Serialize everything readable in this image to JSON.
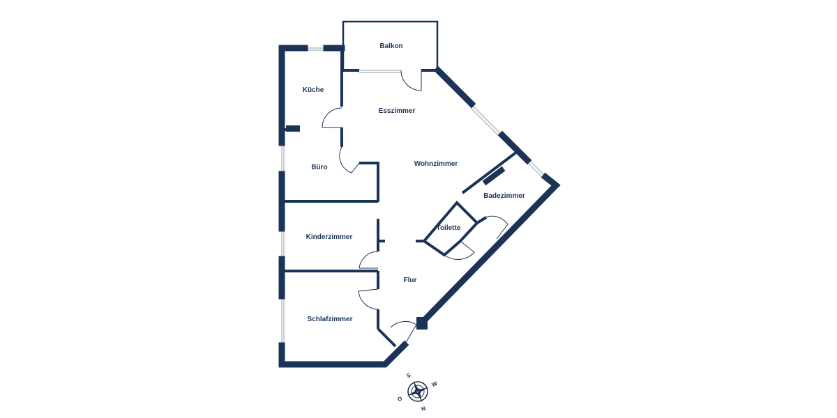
{
  "floorplan": {
    "colors": {
      "wall": "#1b3356",
      "window": "#c9cdd4",
      "door": "#1b3356",
      "background": "#ffffff"
    },
    "rooms": {
      "balkon": "Balkon",
      "kueche": "Küche",
      "esszimmer": "Esszimmer",
      "buero": "Büro",
      "wohnzimmer": "Wohnzimmer",
      "badezimmer": "Badezimmer",
      "toilette": "Toilette",
      "kinderzimmer": "Kinderzimmer",
      "flur": "Flur",
      "schlafzimmer": "Schlafzimmer"
    },
    "compass": {
      "north": "N",
      "south": "S",
      "east": "O",
      "west": "W",
      "icon": "compass-rose-icon"
    }
  }
}
